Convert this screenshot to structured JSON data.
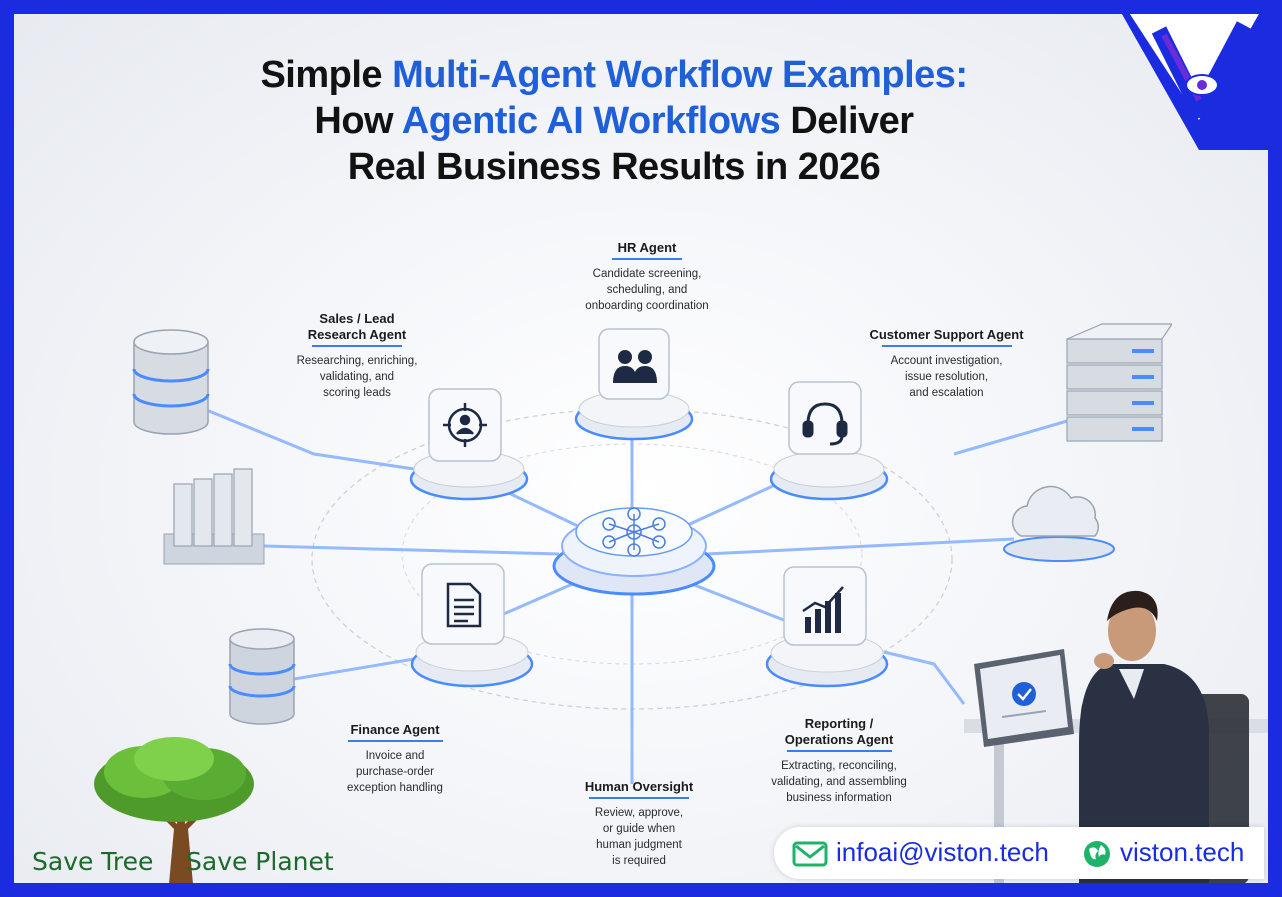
{
  "title": {
    "line1_plain": "Simple",
    "line1_highlight": "Multi-Agent Workflow Examples:",
    "line2_plain_a": "How",
    "line2_highlight": "Agentic AI Workflows",
    "line2_plain_b": "Deliver",
    "line3": "Real Business Results in 2026"
  },
  "agents": {
    "hr": {
      "name": "HR Agent",
      "desc": "Candidate screening,\nscheduling, and\nonboarding coordination",
      "icon": "people-icon"
    },
    "sales": {
      "name": "Sales / Lead\nResearch Agent",
      "desc": "Researching, enriching,\nvalidating, and\nscoring leads",
      "icon": "target-person-icon"
    },
    "support": {
      "name": "Customer Support Agent",
      "desc": "Account investigation,\nissue resolution,\nand escalation",
      "icon": "headset-icon"
    },
    "finance": {
      "name": "Finance Agent",
      "desc": "Invoice and\npurchase-order\nexception handling",
      "icon": "document-icon"
    },
    "reporting": {
      "name": "Reporting /\nOperations Agent",
      "desc": "Extracting, reconciling,\nvalidating, and assembling\nbusiness information",
      "icon": "bar-chart-icon"
    },
    "oversight": {
      "name": "Human Oversight",
      "desc": "Review, approve,\nor guide when\nhuman judgment\nis required"
    }
  },
  "contact": {
    "email": "infoai@viston.tech",
    "website": "viston.tech",
    "email_icon": "mail-icon",
    "web_icon": "globe-icon"
  },
  "footer": {
    "save_tree": "Save Tree",
    "save_planet": "Save Planet"
  },
  "colors": {
    "frame": "#1a2be0",
    "accent": "#1f5fd8",
    "glow": "#4a8cff",
    "tree_green": "#1a6a2a"
  }
}
